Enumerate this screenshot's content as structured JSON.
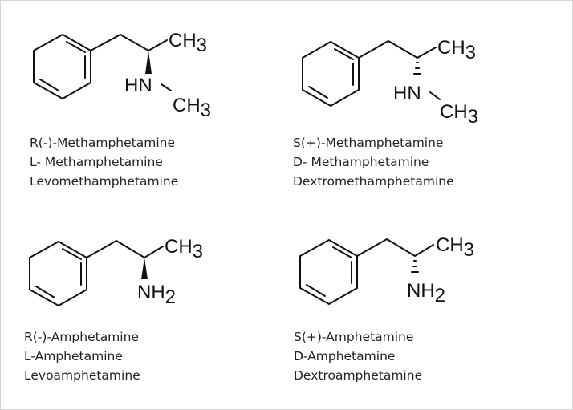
{
  "figure": {
    "title": "",
    "border_color": "#d4d4d4",
    "text_color": "#222222"
  },
  "molecules": [
    {
      "id": "r-methamphetamine",
      "stereo_bond": "wedge",
      "substituent_top": "CH",
      "substituent_top_sub": "3",
      "amine_label": "HN",
      "amine_methyl": "CH",
      "amine_methyl_sub": "3",
      "names": [
        "R(-)-Methamphetamine",
        "L- Methamphetamine",
        "Levomethamphetamine"
      ]
    },
    {
      "id": "s-methamphetamine",
      "stereo_bond": "hash",
      "substituent_top": "CH",
      "substituent_top_sub": "3",
      "amine_label": "HN",
      "amine_methyl": "CH",
      "amine_methyl_sub": "3",
      "names": [
        "S(+)-Methamphetamine",
        "D- Methamphetamine",
        "Dextromethamphetamine"
      ]
    },
    {
      "id": "r-amphetamine",
      "stereo_bond": "wedge",
      "substituent_top": "CH",
      "substituent_top_sub": "3",
      "amine_label": "NH",
      "amine_label_sub": "2",
      "names": [
        "R(-)-Amphetamine",
        "L-Amphetamine",
        "Levoamphetamine"
      ]
    },
    {
      "id": "s-amphetamine",
      "stereo_bond": "hash",
      "substituent_top": "CH",
      "substituent_top_sub": "3",
      "amine_label": "NH",
      "amine_label_sub": "2",
      "names": [
        "S(+)-Amphetamine",
        "D-Amphetamine",
        "Dextroamphetamine"
      ]
    }
  ]
}
